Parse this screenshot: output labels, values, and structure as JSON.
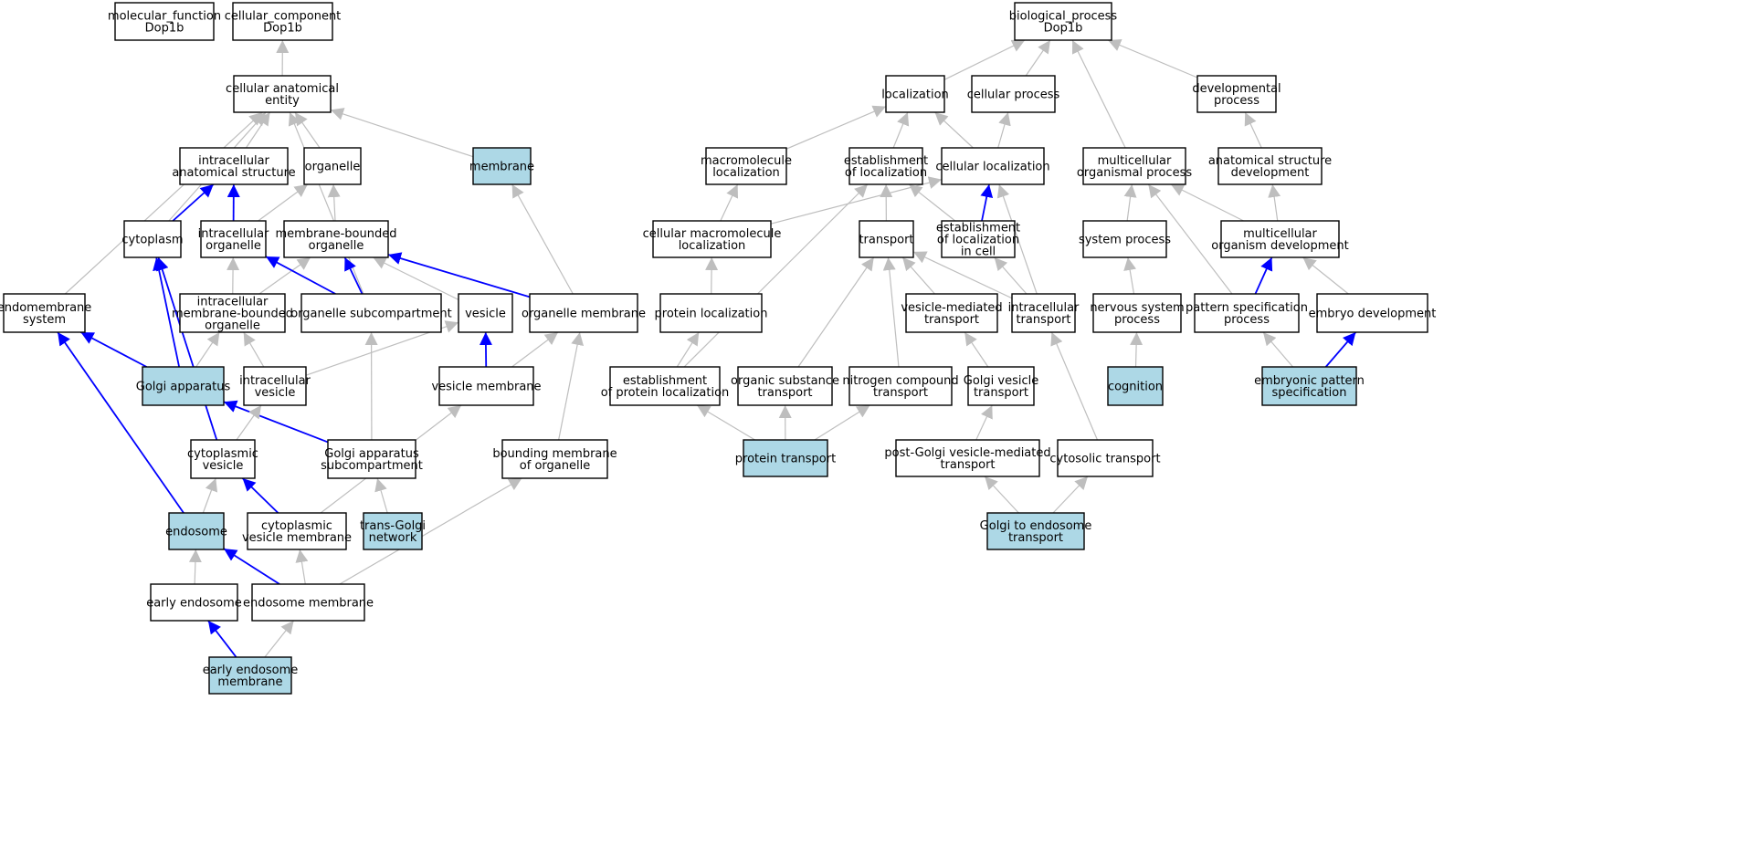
{
  "colors": {
    "node_fill": "#ffffff",
    "highlight_fill": "#add8e6",
    "node_stroke": "#000000",
    "edge_gray": "#bebebe",
    "edge_blue": "#0000ff"
  },
  "nodes": [
    {
      "id": "mf",
      "lines": [
        "molecular_function",
        "Dop1b"
      ]
    },
    {
      "id": "cc",
      "lines": [
        "cellular_component",
        "Dop1b"
      ]
    },
    {
      "id": "bp",
      "lines": [
        "biological_process",
        "Dop1b"
      ]
    },
    {
      "id": "cae",
      "lines": [
        "cellular anatomical",
        "entity"
      ]
    },
    {
      "id": "ias",
      "lines": [
        "intracellular",
        "anatomical structure"
      ]
    },
    {
      "id": "organelle",
      "lines": [
        "organelle"
      ]
    },
    {
      "id": "membrane",
      "lines": [
        "membrane"
      ],
      "hl": true
    },
    {
      "id": "cytoplasm",
      "lines": [
        "cytoplasm"
      ]
    },
    {
      "id": "io",
      "lines": [
        "intracellular",
        "organelle"
      ]
    },
    {
      "id": "mbo",
      "lines": [
        "membrane-bounded",
        "organelle"
      ]
    },
    {
      "id": "endosys",
      "lines": [
        "endomembrane",
        "system"
      ]
    },
    {
      "id": "imbo",
      "lines": [
        "intracellular",
        "membrane-bounded",
        "organelle"
      ]
    },
    {
      "id": "osub",
      "lines": [
        "organelle subcompartment"
      ]
    },
    {
      "id": "vesicle",
      "lines": [
        "vesicle"
      ]
    },
    {
      "id": "omem",
      "lines": [
        "organelle membrane"
      ]
    },
    {
      "id": "golgi",
      "lines": [
        "Golgi apparatus"
      ],
      "hl": true
    },
    {
      "id": "iv",
      "lines": [
        "intracellular",
        "vesicle"
      ]
    },
    {
      "id": "vmem",
      "lines": [
        "vesicle membrane"
      ]
    },
    {
      "id": "cv",
      "lines": [
        "cytoplasmic",
        "vesicle"
      ]
    },
    {
      "id": "gas",
      "lines": [
        "Golgi apparatus",
        "subcompartment"
      ]
    },
    {
      "id": "bmo",
      "lines": [
        "bounding membrane",
        "of organelle"
      ]
    },
    {
      "id": "endosome",
      "lines": [
        "endosome"
      ],
      "hl": true
    },
    {
      "id": "cvm",
      "lines": [
        "cytoplasmic",
        "vesicle membrane"
      ]
    },
    {
      "id": "tgn",
      "lines": [
        "trans-Golgi",
        "network"
      ],
      "hl": true
    },
    {
      "id": "ee",
      "lines": [
        "early endosome"
      ]
    },
    {
      "id": "endmem",
      "lines": [
        "endosome membrane"
      ]
    },
    {
      "id": "eem",
      "lines": [
        "early endosome",
        "membrane"
      ],
      "hl": true
    },
    {
      "id": "loc",
      "lines": [
        "localization"
      ]
    },
    {
      "id": "cp",
      "lines": [
        "cellular process"
      ]
    },
    {
      "id": "dp",
      "lines": [
        "developmental",
        "process"
      ]
    },
    {
      "id": "ml",
      "lines": [
        "macromolecule",
        "localization"
      ]
    },
    {
      "id": "eol",
      "lines": [
        "establishment",
        "of localization"
      ]
    },
    {
      "id": "cl",
      "lines": [
        "cellular localization"
      ]
    },
    {
      "id": "mop",
      "lines": [
        "multicellular",
        "organismal process"
      ]
    },
    {
      "id": "asd",
      "lines": [
        "anatomical structure",
        "development"
      ]
    },
    {
      "id": "cml",
      "lines": [
        "cellular macromolecule",
        "localization"
      ]
    },
    {
      "id": "transport",
      "lines": [
        "transport"
      ]
    },
    {
      "id": "eolc",
      "lines": [
        "establishment",
        "of localization",
        "in cell"
      ]
    },
    {
      "id": "sysp",
      "lines": [
        "system process"
      ]
    },
    {
      "id": "mod",
      "lines": [
        "multicellular",
        "organism development"
      ]
    },
    {
      "id": "pl",
      "lines": [
        "protein localization"
      ]
    },
    {
      "id": "vmt",
      "lines": [
        "vesicle-mediated",
        "transport"
      ]
    },
    {
      "id": "it",
      "lines": [
        "intracellular",
        "transport"
      ]
    },
    {
      "id": "nsp",
      "lines": [
        "nervous system",
        "process"
      ]
    },
    {
      "id": "psp",
      "lines": [
        "pattern specification",
        "process"
      ]
    },
    {
      "id": "ed",
      "lines": [
        "embryo development"
      ]
    },
    {
      "id": "epl",
      "lines": [
        "establishment",
        "of protein localization"
      ]
    },
    {
      "id": "ost",
      "lines": [
        "organic substance",
        "transport"
      ]
    },
    {
      "id": "nct",
      "lines": [
        "nitrogen compound",
        "transport"
      ]
    },
    {
      "id": "gvt",
      "lines": [
        "Golgi vesicle",
        "transport"
      ]
    },
    {
      "id": "cog",
      "lines": [
        "cognition"
      ],
      "hl": true
    },
    {
      "id": "eps",
      "lines": [
        "embryonic pattern",
        "specification"
      ],
      "hl": true
    },
    {
      "id": "pt",
      "lines": [
        "protein transport"
      ],
      "hl": true
    },
    {
      "id": "pgvt",
      "lines": [
        "post-Golgi vesicle-mediated",
        "transport"
      ]
    },
    {
      "id": "cyt",
      "lines": [
        "cytosolic transport"
      ]
    },
    {
      "id": "gtet",
      "lines": [
        "Golgi to endosome",
        "transport"
      ],
      "hl": true
    }
  ],
  "edges": [
    {
      "from": "cae",
      "to": "cc",
      "c": "g"
    },
    {
      "from": "ias",
      "to": "cae",
      "c": "g"
    },
    {
      "from": "organelle",
      "to": "cae",
      "c": "g"
    },
    {
      "from": "membrane",
      "to": "cae",
      "c": "g"
    },
    {
      "from": "cytoplasm",
      "to": "cae",
      "c": "g"
    },
    {
      "from": "endosys",
      "to": "cae",
      "c": "g"
    },
    {
      "from": "osub",
      "to": "cae",
      "c": "g"
    },
    {
      "from": "cytoplasm",
      "to": "ias",
      "c": "b"
    },
    {
      "from": "io",
      "to": "ias",
      "c": "b"
    },
    {
      "from": "io",
      "to": "organelle",
      "c": "g"
    },
    {
      "from": "mbo",
      "to": "organelle",
      "c": "g"
    },
    {
      "from": "omem",
      "to": "membrane",
      "c": "g"
    },
    {
      "from": "imbo",
      "to": "io",
      "c": "g"
    },
    {
      "from": "imbo",
      "to": "mbo",
      "c": "g"
    },
    {
      "from": "osub",
      "to": "io",
      "c": "b"
    },
    {
      "from": "osub",
      "to": "mbo",
      "c": "b"
    },
    {
      "from": "vesicle",
      "to": "mbo",
      "c": "g"
    },
    {
      "from": "omem",
      "to": "mbo",
      "c": "b"
    },
    {
      "from": "golgi",
      "to": "endosys",
      "c": "b"
    },
    {
      "from": "endosome",
      "to": "endosys",
      "c": "b"
    },
    {
      "from": "golgi",
      "to": "cytoplasm",
      "c": "b"
    },
    {
      "from": "cv",
      "to": "cytoplasm",
      "c": "b"
    },
    {
      "from": "golgi",
      "to": "imbo",
      "c": "g"
    },
    {
      "from": "iv",
      "to": "imbo",
      "c": "g"
    },
    {
      "from": "iv",
      "to": "vesicle",
      "c": "g"
    },
    {
      "from": "vmem",
      "to": "vesicle",
      "c": "b"
    },
    {
      "from": "vmem",
      "to": "omem",
      "c": "g"
    },
    {
      "from": "bmo",
      "to": "omem",
      "c": "g"
    },
    {
      "from": "gas",
      "to": "golgi",
      "c": "b"
    },
    {
      "from": "gas",
      "to": "osub",
      "c": "g"
    },
    {
      "from": "cv",
      "to": "iv",
      "c": "g"
    },
    {
      "from": "cvm",
      "to": "vmem",
      "c": "g"
    },
    {
      "from": "endosome",
      "to": "cv",
      "c": "g"
    },
    {
      "from": "cvm",
      "to": "cv",
      "c": "b"
    },
    {
      "from": "tgn",
      "to": "gas",
      "c": "g"
    },
    {
      "from": "endmem",
      "to": "bmo",
      "c": "g"
    },
    {
      "from": "ee",
      "to": "endosome",
      "c": "g"
    },
    {
      "from": "endmem",
      "to": "endosome",
      "c": "b"
    },
    {
      "from": "endmem",
      "to": "cvm",
      "c": "g"
    },
    {
      "from": "eem",
      "to": "ee",
      "c": "b"
    },
    {
      "from": "eem",
      "to": "endmem",
      "c": "g"
    },
    {
      "from": "loc",
      "to": "bp",
      "c": "g"
    },
    {
      "from": "cp",
      "to": "bp",
      "c": "g"
    },
    {
      "from": "dp",
      "to": "bp",
      "c": "g"
    },
    {
      "from": "mop",
      "to": "bp",
      "c": "g"
    },
    {
      "from": "ml",
      "to": "loc",
      "c": "g"
    },
    {
      "from": "eol",
      "to": "loc",
      "c": "g"
    },
    {
      "from": "cl",
      "to": "loc",
      "c": "g"
    },
    {
      "from": "cl",
      "to": "cp",
      "c": "g"
    },
    {
      "from": "asd",
      "to": "dp",
      "c": "g"
    },
    {
      "from": "cml",
      "to": "ml",
      "c": "g"
    },
    {
      "from": "cml",
      "to": "cl",
      "c": "g"
    },
    {
      "from": "transport",
      "to": "eol",
      "c": "g"
    },
    {
      "from": "eolc",
      "to": "eol",
      "c": "g"
    },
    {
      "from": "eolc",
      "to": "cl",
      "c": "b"
    },
    {
      "from": "it",
      "to": "cl",
      "c": "g"
    },
    {
      "from": "epl",
      "to": "eol",
      "c": "g"
    },
    {
      "from": "sysp",
      "to": "mop",
      "c": "g"
    },
    {
      "from": "mod",
      "to": "mop",
      "c": "g"
    },
    {
      "from": "psp",
      "to": "mop",
      "c": "g"
    },
    {
      "from": "mod",
      "to": "asd",
      "c": "g"
    },
    {
      "from": "pl",
      "to": "cml",
      "c": "g"
    },
    {
      "from": "vmt",
      "to": "transport",
      "c": "g"
    },
    {
      "from": "it",
      "to": "transport",
      "c": "g"
    },
    {
      "from": "it",
      "to": "eolc",
      "c": "g"
    },
    {
      "from": "ost",
      "to": "transport",
      "c": "g"
    },
    {
      "from": "nct",
      "to": "transport",
      "c": "g"
    },
    {
      "from": "nsp",
      "to": "sysp",
      "c": "g"
    },
    {
      "from": "psp",
      "to": "mod",
      "c": "b"
    },
    {
      "from": "ed",
      "to": "mod",
      "c": "g"
    },
    {
      "from": "epl",
      "to": "pl",
      "c": "g"
    },
    {
      "from": "gvt",
      "to": "vmt",
      "c": "g"
    },
    {
      "from": "cyt",
      "to": "it",
      "c": "g"
    },
    {
      "from": "cog",
      "to": "nsp",
      "c": "g"
    },
    {
      "from": "eps",
      "to": "psp",
      "c": "g"
    },
    {
      "from": "eps",
      "to": "ed",
      "c": "b"
    },
    {
      "from": "pt",
      "to": "epl",
      "c": "g"
    },
    {
      "from": "pt",
      "to": "ost",
      "c": "g"
    },
    {
      "from": "pt",
      "to": "nct",
      "c": "g"
    },
    {
      "from": "pgvt",
      "to": "gvt",
      "c": "g"
    },
    {
      "from": "gtet",
      "to": "pgvt",
      "c": "g"
    },
    {
      "from": "gtet",
      "to": "cyt",
      "c": "g"
    }
  ]
}
